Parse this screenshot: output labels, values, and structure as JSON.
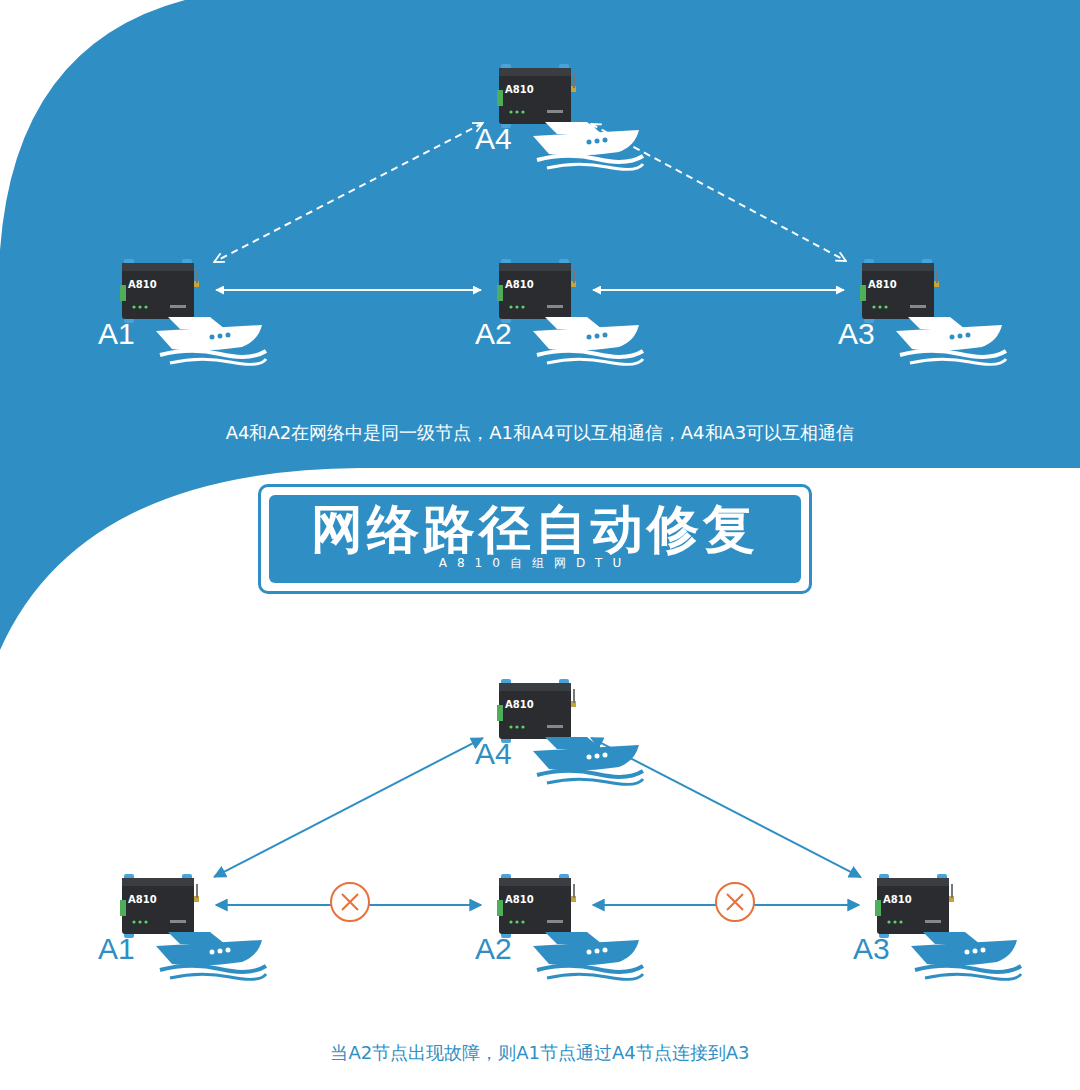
{
  "diagram": {
    "title": "网络路径自动修复",
    "nodes": [
      {
        "text": [
          "A810",
          "A4"
        ]
      },
      {
        "text": [
          "A810",
          "A1"
        ]
      },
      {
        "text": [
          "A810",
          "A2"
        ]
      },
      {
        "text": [
          "A810",
          "A3"
        ]
      },
      {
        "text": [
          "A810",
          "A4"
        ]
      },
      {
        "text": [
          "A810",
          "A1"
        ]
      },
      {
        "text": [
          "A810",
          "A2"
        ]
      },
      {
        "text": [
          "A810",
          "A3"
        ]
      }
    ],
    "edges": [
      {
        "from": 1,
        "to": 2,
        "arrow": "both"
      },
      {
        "from": 2,
        "to": 3,
        "arrow": "both"
      },
      {
        "from": 0,
        "to": 1,
        "arrow": "both"
      },
      {
        "from": 0,
        "to": 3,
        "arrow": "both"
      },
      {
        "from": 5,
        "to": 6,
        "arrow": "both"
      },
      {
        "from": 6,
        "to": 7,
        "arrow": "both"
      },
      {
        "from": 4,
        "to": 5,
        "arrow": "both"
      },
      {
        "from": 4,
        "to": 7,
        "arrow": "both"
      }
    ],
    "labels": [
      "A4和A2在网络中是同一级节点，A1和A4可以互相通信，A4和A3可以互相通信",
      "A810自组网DTU",
      "当A2节点出现故障，则A1节点通过A4节点连接到A3"
    ]
  }
}
